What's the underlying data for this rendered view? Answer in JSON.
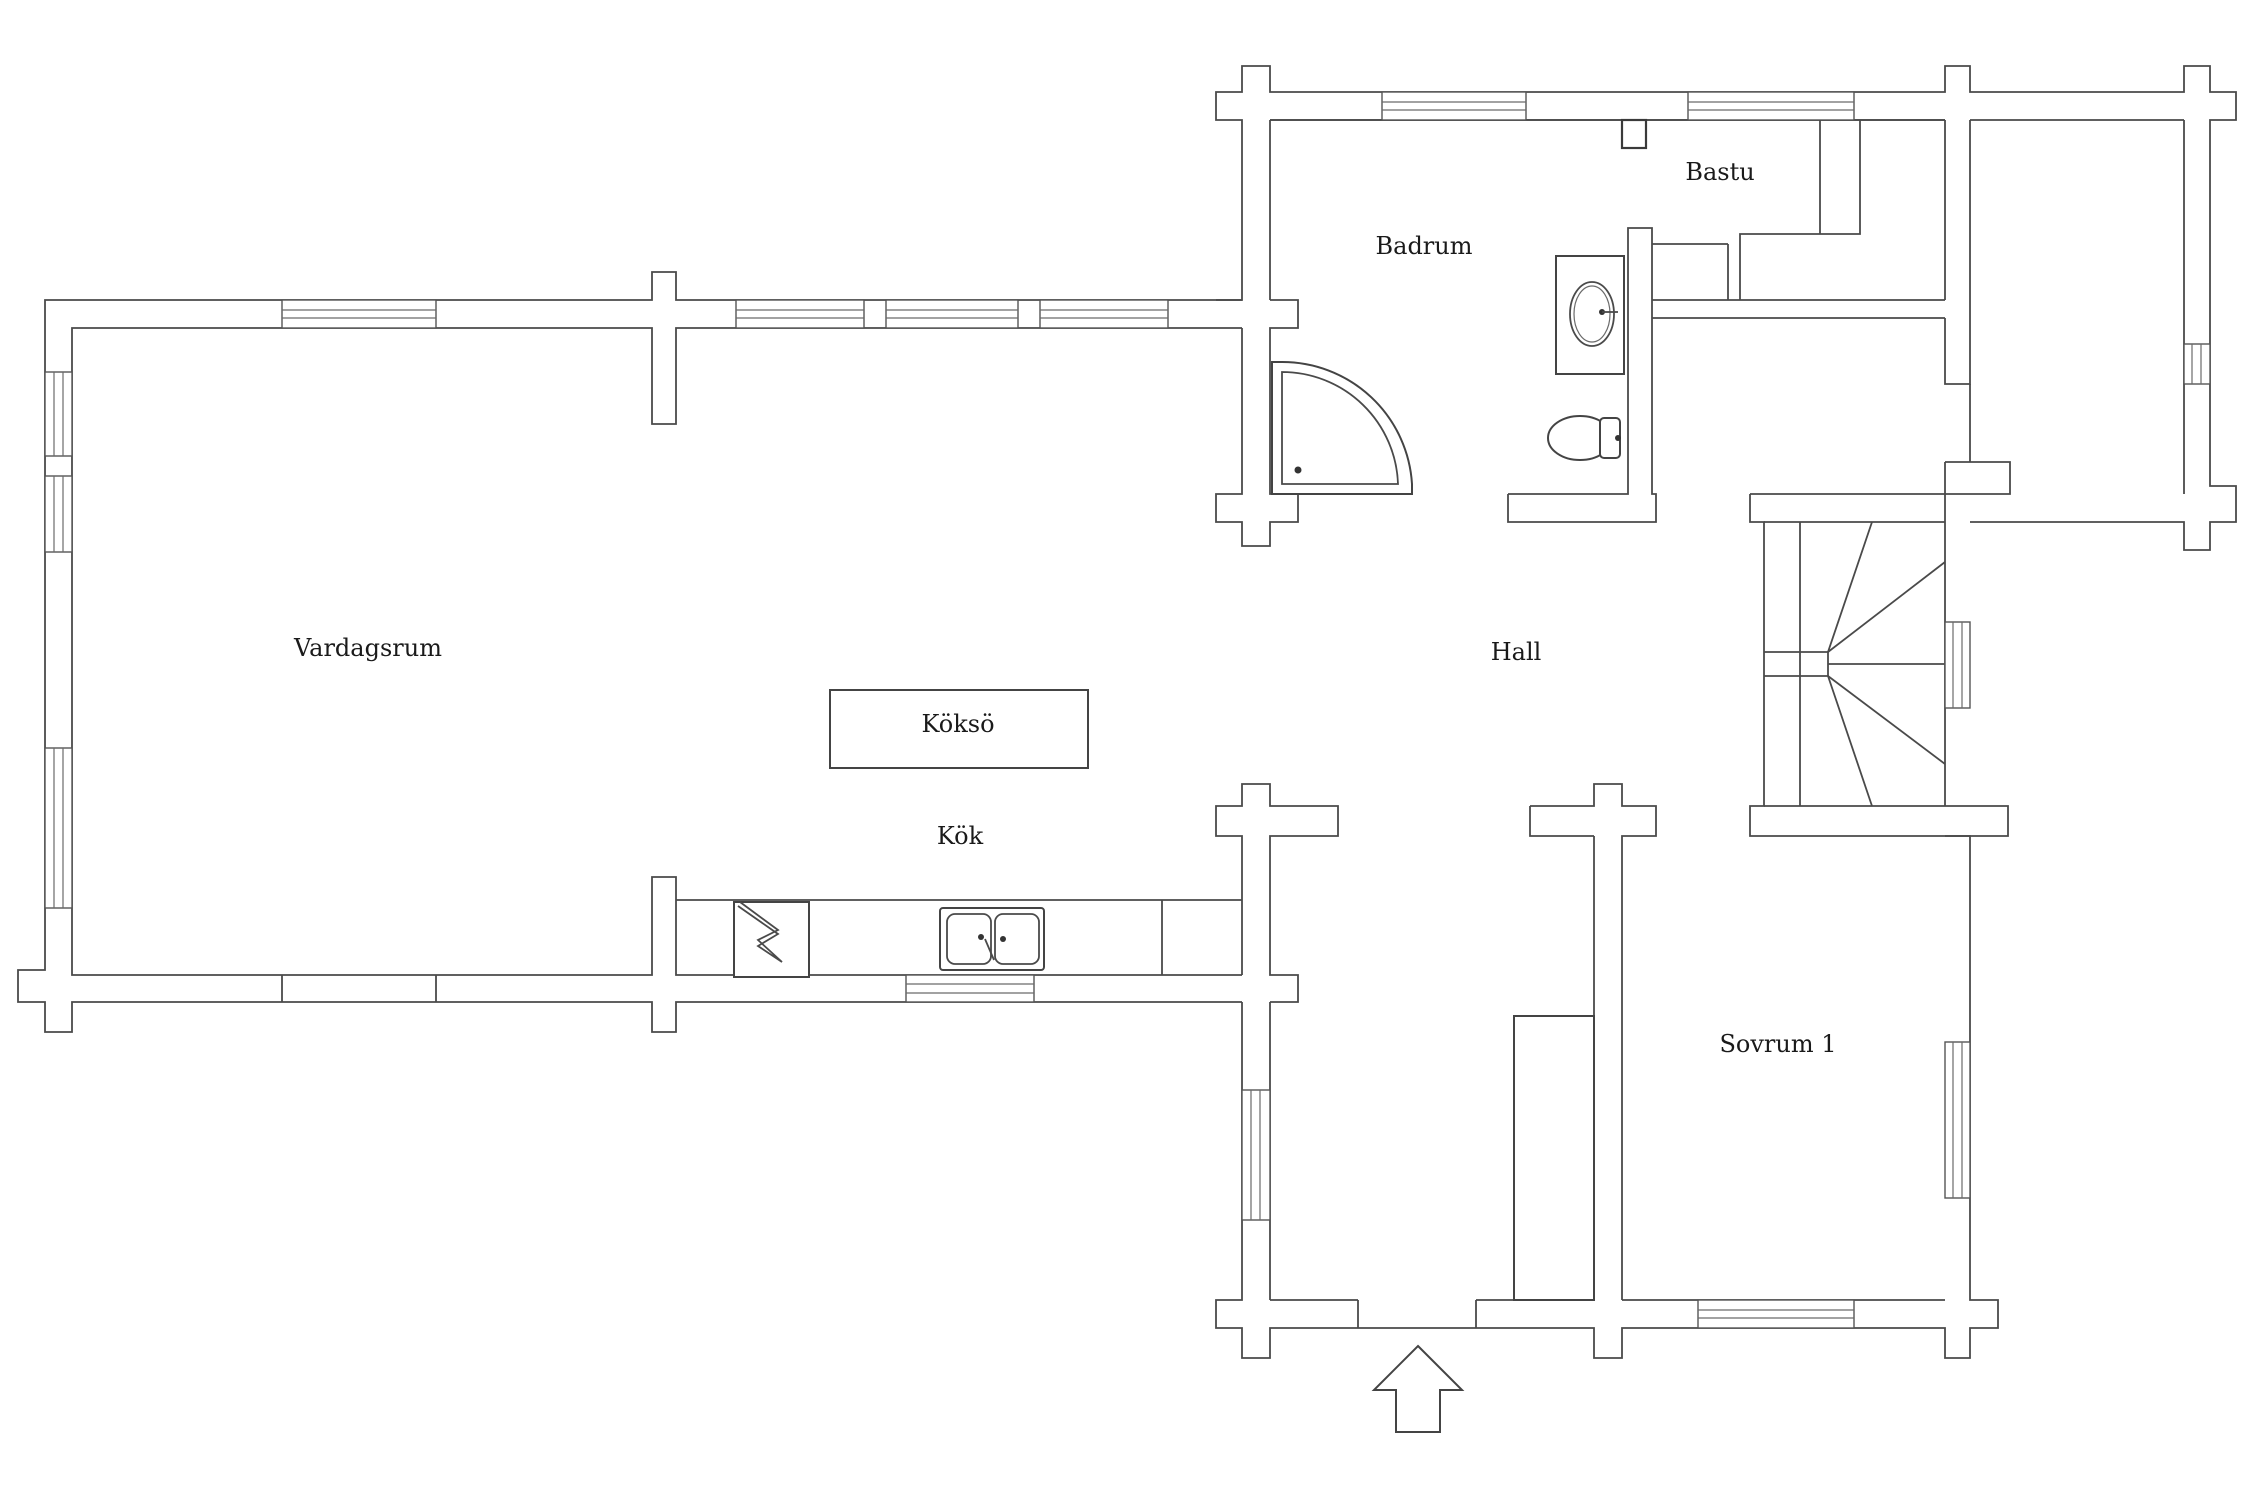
{
  "plan": {
    "rooms": {
      "bastu": "Bastu",
      "badrum": "Badrum",
      "vardagsrum": "Vardagsrum",
      "hall": "Hall",
      "koksoe": "Köksö",
      "kok": "Kök",
      "sovrum1": "Sovrum 1"
    }
  }
}
